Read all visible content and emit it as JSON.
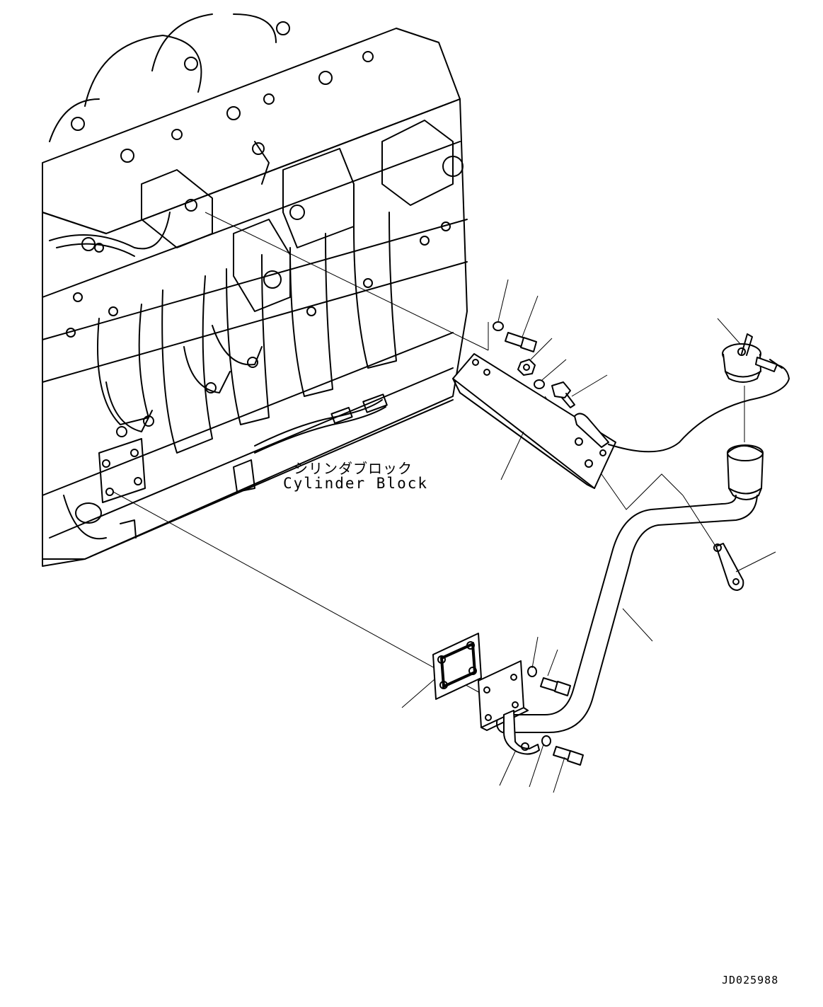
{
  "labels": {
    "component_jp": "シリンダブロック",
    "component_en": "Cylinder Block",
    "drawing_id": "JD025988"
  },
  "colors": {
    "line": "#000000",
    "background": "#ffffff"
  }
}
